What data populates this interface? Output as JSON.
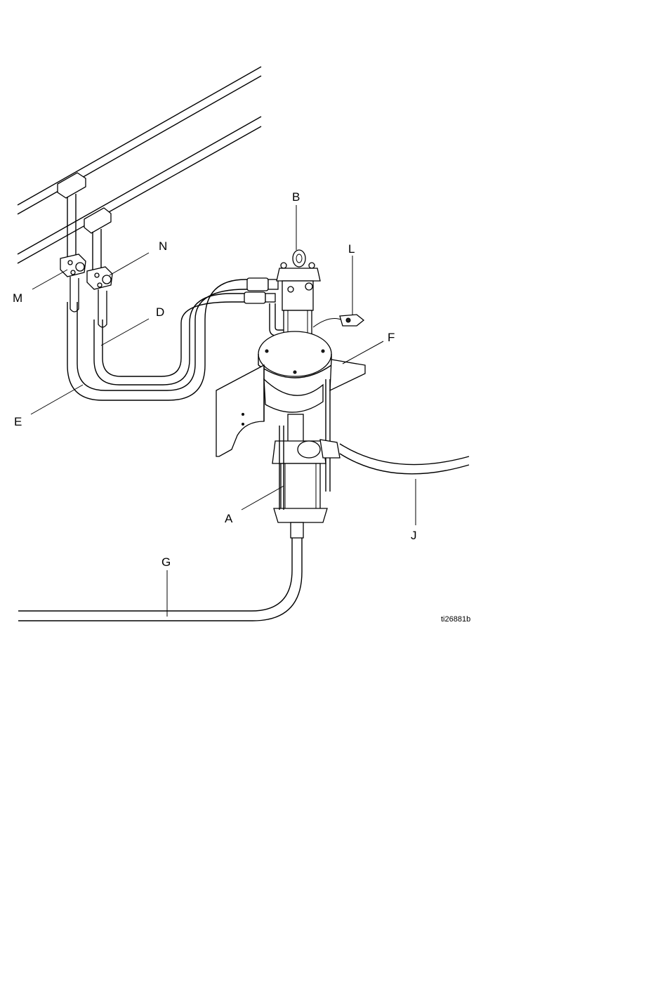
{
  "figure": {
    "id": "ti26881b",
    "callouts": {
      "A": "A",
      "B": "B",
      "D": "D",
      "E": "E",
      "F": "F",
      "G": "G",
      "J": "J",
      "L": "L",
      "M": "M",
      "N": "N"
    }
  }
}
